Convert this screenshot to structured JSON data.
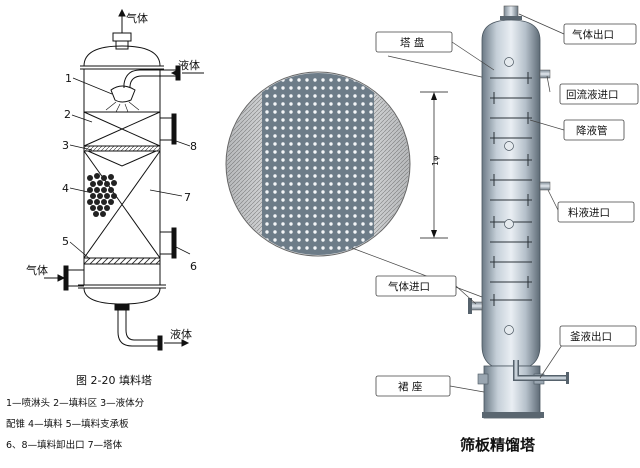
{
  "packed_tower": {
    "top_gas_label": "气体",
    "liquid_in_label": "液体",
    "gas_in_label": "气体",
    "liquid_out_label": "液体",
    "numbers": [
      "1",
      "2",
      "3",
      "4",
      "5",
      "6",
      "7",
      "8"
    ],
    "caption_title": "图 2-20   填料塔",
    "legend_lines": [
      "1—喷淋头   2—填料区   3—液体分",
      "配锥   4—填料   5—填料支承板",
      "6、8—填料卸出口   7—塔体"
    ]
  },
  "sieve_tower": {
    "title": "筛板精馏塔",
    "callouts": {
      "tray": "塔 盘",
      "gas_out": "气体出口",
      "reflux_in": "回流液进口",
      "downcomer": "降液管",
      "feed_in": "料液进口",
      "gas_in": "气体进口",
      "bottoms_out": "釜液出口",
      "skirt": "裙 座"
    },
    "dimension_label": "1φ"
  }
}
